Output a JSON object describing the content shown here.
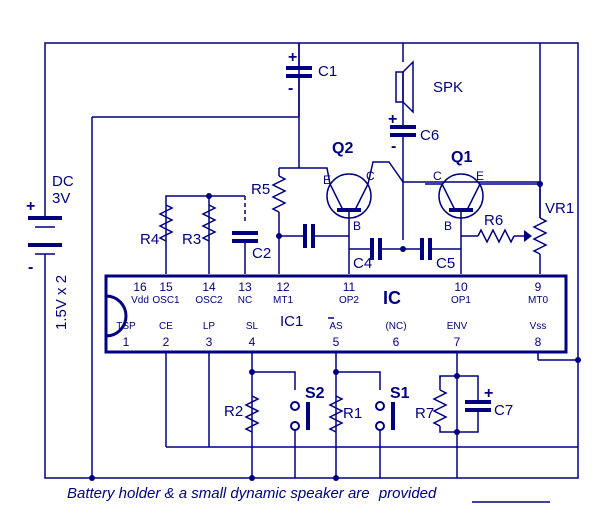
{
  "battery": {
    "name": "DC",
    "voltage": "3V",
    "cells": "1.5V x 2",
    "plus": "+",
    "minus": "-"
  },
  "c1": {
    "label": "C1",
    "plus": "+",
    "minus": "-"
  },
  "c6": {
    "label": "C6",
    "plus": "+",
    "minus": "-"
  },
  "c7": {
    "label": "C7",
    "plus": "+"
  },
  "spk": {
    "label": "SPK"
  },
  "q1": {
    "label": "Q1",
    "c": "C",
    "e": "E",
    "b": "B"
  },
  "q2": {
    "label": "Q2",
    "e": "E",
    "c": "C",
    "b": "B"
  },
  "resistors": {
    "r1": "R1",
    "r2": "R2",
    "r3": "R3",
    "r4": "R4",
    "r5": "R5",
    "r6": "R6",
    "r7": "R7",
    "vr1": "VR1"
  },
  "caps": {
    "c2": "C2",
    "c4": "C4",
    "c5": "C5"
  },
  "switches": {
    "s1": "S1",
    "s2": "S2"
  },
  "ic": {
    "title": "IC",
    "name": "IC1",
    "top_pins": [
      {
        "num": "16",
        "name": "Vdd"
      },
      {
        "num": "15",
        "name": "OSC1"
      },
      {
        "num": "14",
        "name": "OSC2"
      },
      {
        "num": "13",
        "name": "NC"
      },
      {
        "num": "12",
        "name": "MT1"
      },
      {
        "num": "11",
        "name": "OP2"
      },
      {
        "num": "10",
        "name": "OP1"
      },
      {
        "num": "9",
        "name": "MT0"
      }
    ],
    "bottom_pins": [
      {
        "num": "1",
        "name": "TSP"
      },
      {
        "num": "2",
        "name": "CE"
      },
      {
        "num": "3",
        "name": "LP"
      },
      {
        "num": "4",
        "name": "SL"
      },
      {
        "num": "5",
        "name": "AS"
      },
      {
        "num": "6",
        "name": "(NC)"
      },
      {
        "num": "7",
        "name": "ENV"
      },
      {
        "num": "8",
        "name": "Vss"
      }
    ]
  },
  "caption": {
    "text": "Battery holder & a small dynamic speaker are",
    "emph": "provided"
  }
}
